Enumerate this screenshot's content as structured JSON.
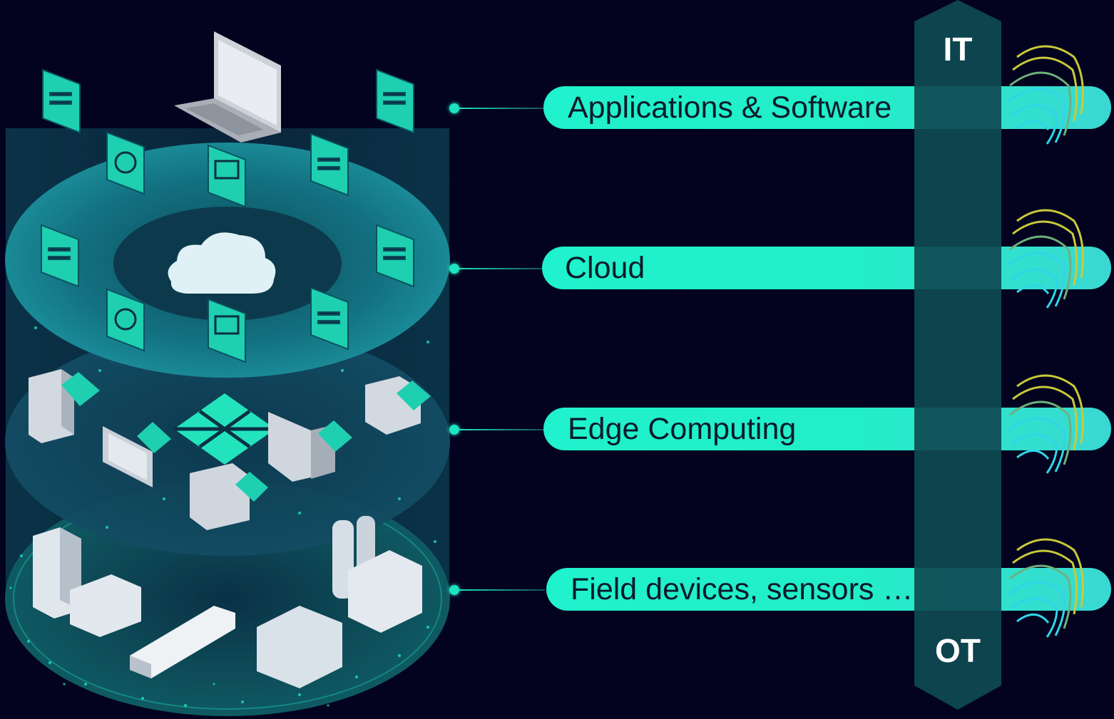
{
  "layers": [
    {
      "label": "Applications & Software"
    },
    {
      "label": "Cloud"
    },
    {
      "label": "Edge Computing"
    },
    {
      "label": "Field devices, sensors …"
    }
  ],
  "arrow": {
    "top_label": "IT",
    "bottom_label": "OT"
  },
  "colors": {
    "background": "#03031f",
    "accent": "#1ff2cc",
    "arrow": "#0e4a52",
    "label_text": "#0c1a2a",
    "fingerprint_yellow": "#c9c93a",
    "fingerprint_cyan": "#2fd6e6"
  },
  "icons": [
    "laptop-icon",
    "wrench-icon",
    "plug-icon",
    "globe-icon",
    "monitor-icon",
    "cloud-icon",
    "server-icon",
    "building-icon",
    "train-icon",
    "factory-icon",
    "silo-icon",
    "fingerprint-icon"
  ]
}
